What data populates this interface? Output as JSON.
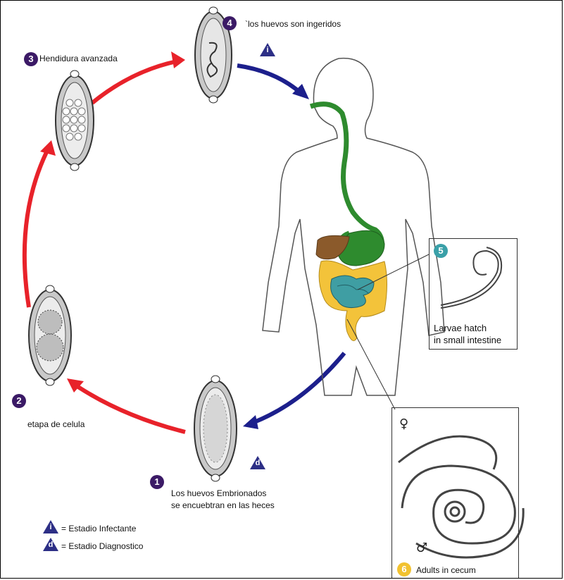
{
  "steps": {
    "s1": {
      "number": "1",
      "line1": "Los huevos Embrionados",
      "line2": "se encuebtran en las heces"
    },
    "s2": {
      "number": "2",
      "text": "etapa de celula"
    },
    "s3": {
      "number": "3",
      "text": "Hendidura avanzada"
    },
    "s4": {
      "number": "4",
      "text": "`los huevos son ingeridos"
    },
    "s5": {
      "number": "5",
      "line1": "Larvae hatch",
      "line2": "in small intestine"
    },
    "s6": {
      "number": "6",
      "text": "Adults in cecum"
    }
  },
  "markers": {
    "infective": "i",
    "diagnostic": "d"
  },
  "legend": {
    "infective": "= Estadio Infectante",
    "diagnostic": "= Estadio Diagnostico"
  },
  "symbols": {
    "female": "♀",
    "male": "♂"
  },
  "colors": {
    "badge_purple": "#3b1a66",
    "badge_teal": "#3aa0a8",
    "badge_yellow": "#f2c230",
    "arrow_red": "#e8222a",
    "arrow_blue": "#1c1f8c",
    "gut_green": "#2e8b2e",
    "liver_brown": "#8b5a2b",
    "colon_yellow": "#f3c33a",
    "small_intestine_teal": "#3f9ea3"
  }
}
